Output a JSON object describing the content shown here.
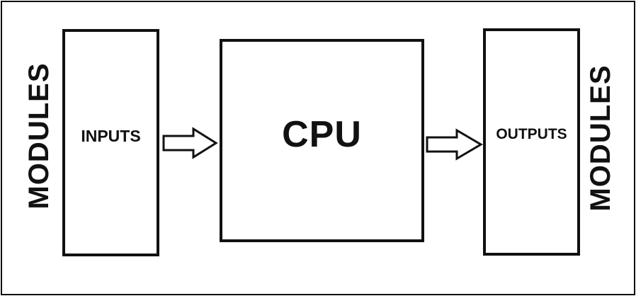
{
  "diagram": {
    "inputs_label": "INPUTS",
    "cpu_label": "CPU",
    "outputs_label": "OUTPUTS",
    "left_side_label": "MODULES",
    "right_side_label": "MODULES"
  },
  "colors": {
    "stroke": "#111111",
    "background": "#ffffff"
  }
}
